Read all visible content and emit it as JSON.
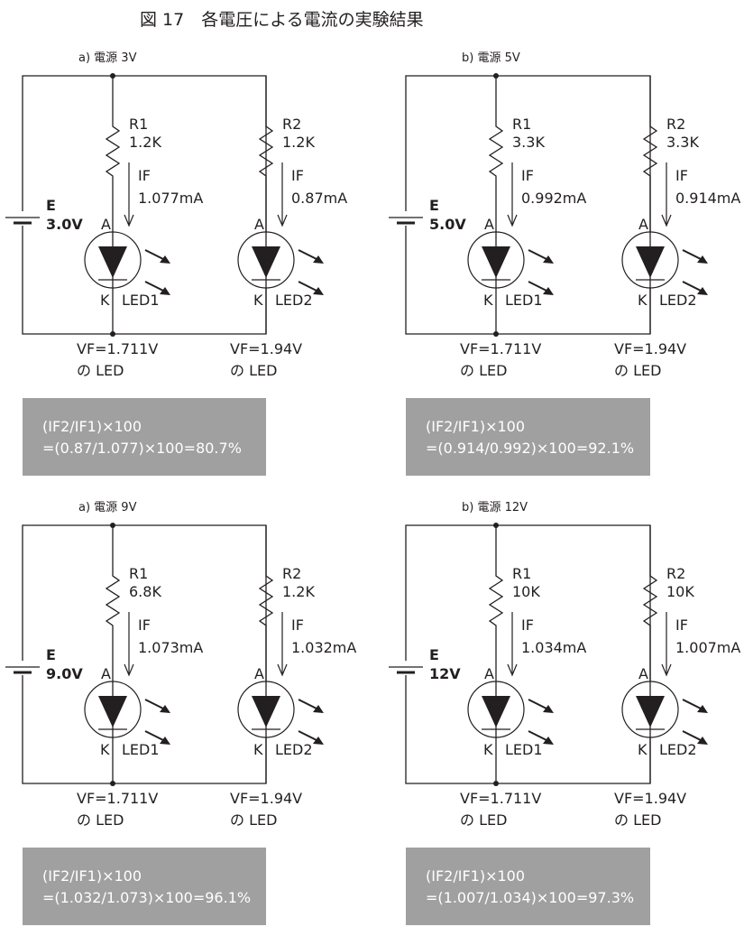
{
  "title": "図 17　各電圧による電流の実験結果",
  "colors": {
    "box": "#a0a0a0",
    "line": "#231f20"
  },
  "panels": [
    {
      "caption": "a) 電源 3V",
      "e_label": "E",
      "e_value": "3.0V",
      "r1_name": "R1",
      "r1_value": "1.2K",
      "r2_name": "R2",
      "r2_value": "1.2K",
      "if_label": "IF",
      "if1": "1.077mA",
      "if2": "0.87mA",
      "anode": "A",
      "cathode": "K",
      "led1": "LED1",
      "led2": "LED2",
      "vf1": "VF=1.711V",
      "vf2": "VF=1.94V",
      "vf_suffix": "の LED",
      "formula1": "(IF2/IF1)×100",
      "formula2": "=(0.87/1.077)×100=80.7%"
    },
    {
      "caption": "b) 電源 5V",
      "e_label": "E",
      "e_value": "5.0V",
      "r1_name": "R1",
      "r1_value": "3.3K",
      "r2_name": "R2",
      "r2_value": "3.3K",
      "if_label": "IF",
      "if1": "0.992mA",
      "if2": "0.914mA",
      "anode": "A",
      "cathode": "K",
      "led1": "LED1",
      "led2": "LED2",
      "vf1": "VF=1.711V",
      "vf2": "VF=1.94V",
      "vf_suffix": "の LED",
      "formula1": "(IF2/IF1)×100",
      "formula2": "=(0.914/0.992)×100=92.1%"
    },
    {
      "caption": "a) 電源 9V",
      "e_label": "E",
      "e_value": "9.0V",
      "r1_name": "R1",
      "r1_value": "6.8K",
      "r2_name": "R2",
      "r2_value": "1.2K",
      "if_label": "IF",
      "if1": "1.073mA",
      "if2": "1.032mA",
      "anode": "A",
      "cathode": "K",
      "led1": "LED1",
      "led2": "LED2",
      "vf1": "VF=1.711V",
      "vf2": "VF=1.94V",
      "vf_suffix": "の LED",
      "formula1": "(IF2/IF1)×100",
      "formula2": "=(1.032/1.073)×100=96.1%"
    },
    {
      "caption": "b) 電源 12V",
      "e_label": "E",
      "e_value": "12V",
      "r1_name": "R1",
      "r1_value": "10K",
      "r2_name": "R2",
      "r2_value": "10K",
      "if_label": "IF",
      "if1": "1.034mA",
      "if2": "1.007mA",
      "anode": "A",
      "cathode": "K",
      "led1": "LED1",
      "led2": "LED2",
      "vf1": "VF=1.711V",
      "vf2": "VF=1.94V",
      "vf_suffix": "の LED",
      "formula1": "(IF2/IF1)×100",
      "formula2": "=(1.007/1.034)×100=97.3%"
    }
  ]
}
